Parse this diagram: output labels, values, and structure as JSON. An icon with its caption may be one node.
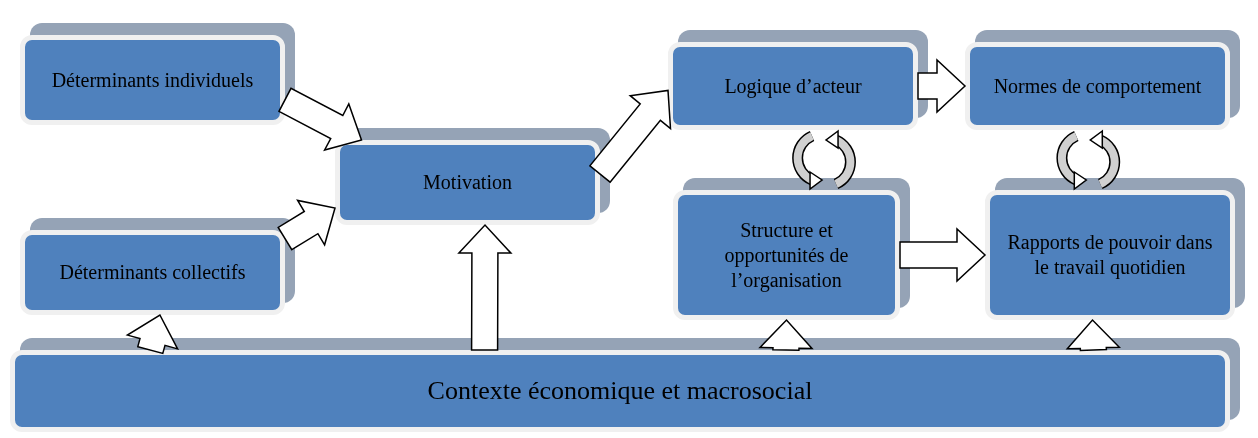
{
  "diagram": {
    "nodes": [
      {
        "text": [
          "Déterminants individuels"
        ]
      },
      {
        "text": [
          "Déterminants collectifs"
        ]
      },
      {
        "text": [
          "Motivation"
        ]
      },
      {
        "text": [
          "Logique d’acteur"
        ]
      },
      {
        "text": [
          "Normes de comportement"
        ]
      },
      {
        "text": [
          "Structure et opportunités de l’organisation"
        ]
      },
      {
        "text": [
          "Rapports de pouvoir dans le travail quotidien"
        ]
      },
      {
        "text": [
          "Contexte économique et macrosocial"
        ]
      }
    ],
    "edges": [
      {
        "from": 0,
        "to": 2,
        "arrow": "to"
      },
      {
        "from": 1,
        "to": 2,
        "arrow": "to"
      },
      {
        "from": 7,
        "to": 2,
        "arrow": "to"
      },
      {
        "from": 2,
        "to": 3,
        "arrow": "to"
      },
      {
        "from": 3,
        "to": 4,
        "arrow": "to"
      },
      {
        "from": 5,
        "to": 6,
        "arrow": "to"
      },
      {
        "from": 7,
        "to": 1,
        "arrow": "to"
      },
      {
        "from": 7,
        "to": 5,
        "arrow": "to"
      },
      {
        "from": 7,
        "to": 6,
        "arrow": "to"
      },
      {
        "from": 3,
        "to": 5,
        "arrow": "both"
      },
      {
        "from": 4,
        "to": 6,
        "arrow": "both"
      }
    ]
  }
}
